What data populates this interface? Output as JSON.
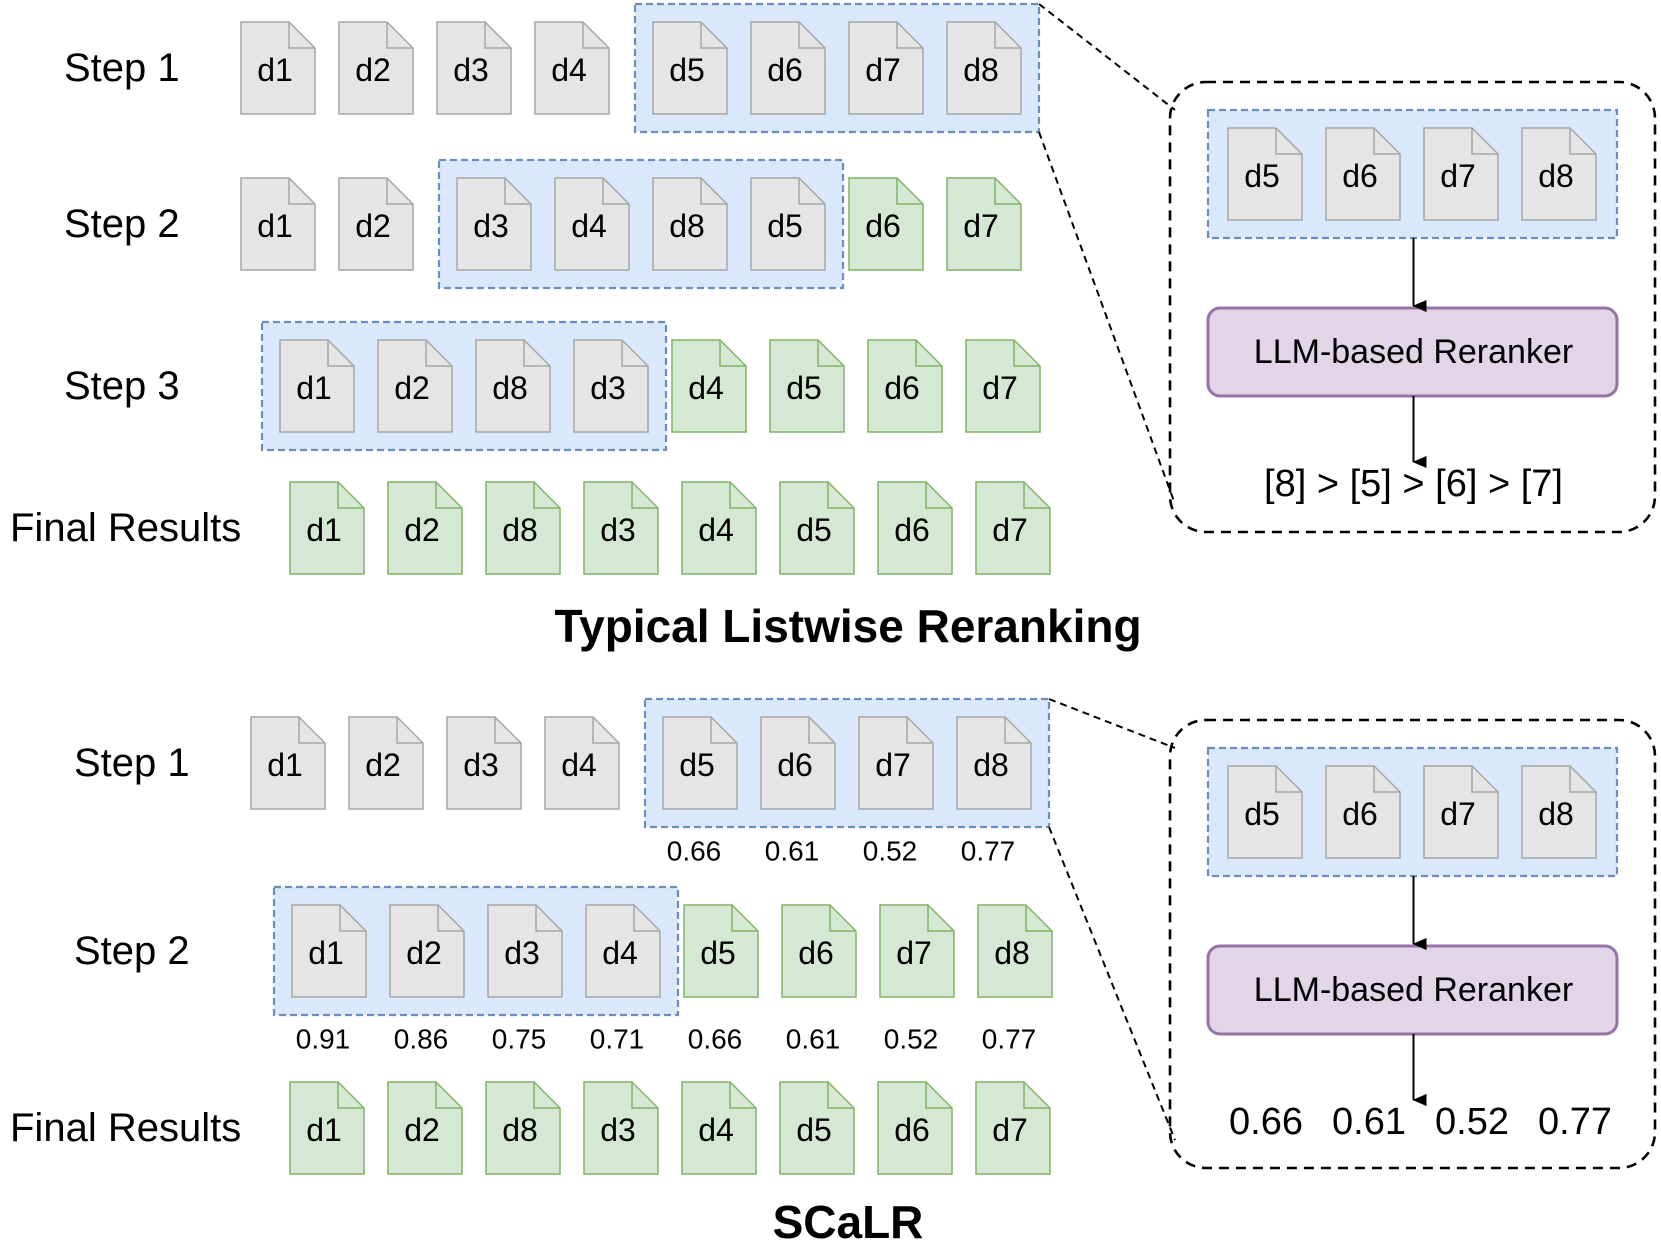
{
  "colors": {
    "doc_gray_fill": "#e5e5e5",
    "doc_gray_stroke": "#a6a6a6",
    "doc_green_fill": "#d5e8d4",
    "doc_green_stroke": "#82b366",
    "window_fill": "#dae8fc",
    "window_stroke": "#6c8ebf",
    "reranker_fill": "#e1d5e7",
    "reranker_stroke": "#9673a6",
    "line": "#000000"
  },
  "icons": {
    "document": "document-page-icon",
    "arrow": "arrow-down-icon"
  },
  "top": {
    "title": "Typical Listwise Reranking",
    "steps": [
      {
        "label": "Step 1",
        "docs": [
          {
            "id": "d1",
            "state": "pending"
          },
          {
            "id": "d2",
            "state": "pending"
          },
          {
            "id": "d3",
            "state": "pending"
          },
          {
            "id": "d4",
            "state": "pending"
          },
          {
            "id": "d5",
            "state": "pending",
            "window": true
          },
          {
            "id": "d6",
            "state": "pending",
            "window": true
          },
          {
            "id": "d7",
            "state": "pending",
            "window": true
          },
          {
            "id": "d8",
            "state": "pending",
            "window": true
          }
        ]
      },
      {
        "label": "Step 2",
        "docs": [
          {
            "id": "d1",
            "state": "pending"
          },
          {
            "id": "d2",
            "state": "pending"
          },
          {
            "id": "d3",
            "state": "pending",
            "window": true
          },
          {
            "id": "d4",
            "state": "pending",
            "window": true
          },
          {
            "id": "d8",
            "state": "pending",
            "window": true
          },
          {
            "id": "d5",
            "state": "pending",
            "window": true
          },
          {
            "id": "d6",
            "state": "done"
          },
          {
            "id": "d7",
            "state": "done"
          }
        ]
      },
      {
        "label": "Step 3",
        "docs": [
          {
            "id": "d1",
            "state": "pending",
            "window": true
          },
          {
            "id": "d2",
            "state": "pending",
            "window": true
          },
          {
            "id": "d8",
            "state": "pending",
            "window": true
          },
          {
            "id": "d3",
            "state": "pending",
            "window": true
          },
          {
            "id": "d4",
            "state": "done"
          },
          {
            "id": "d5",
            "state": "done"
          },
          {
            "id": "d6",
            "state": "done"
          },
          {
            "id": "d7",
            "state": "done"
          }
        ]
      },
      {
        "label": "Final Results",
        "docs": [
          {
            "id": "d1",
            "state": "done"
          },
          {
            "id": "d2",
            "state": "done"
          },
          {
            "id": "d8",
            "state": "done"
          },
          {
            "id": "d3",
            "state": "done"
          },
          {
            "id": "d4",
            "state": "done"
          },
          {
            "id": "d5",
            "state": "done"
          },
          {
            "id": "d6",
            "state": "done"
          },
          {
            "id": "d7",
            "state": "done"
          }
        ]
      }
    ],
    "zoom": {
      "docs": [
        "d5",
        "d6",
        "d7",
        "d8"
      ],
      "reranker_label": "LLM-based Reranker",
      "output": "[8] > [5] > [6] > [7]"
    }
  },
  "bottom": {
    "title": "SCaLR",
    "steps": [
      {
        "label": "Step 1",
        "docs": [
          {
            "id": "d1",
            "state": "pending"
          },
          {
            "id": "d2",
            "state": "pending"
          },
          {
            "id": "d3",
            "state": "pending"
          },
          {
            "id": "d4",
            "state": "pending"
          },
          {
            "id": "d5",
            "state": "pending",
            "window": true,
            "score": "0.66"
          },
          {
            "id": "d6",
            "state": "pending",
            "window": true,
            "score": "0.61"
          },
          {
            "id": "d7",
            "state": "pending",
            "window": true,
            "score": "0.52"
          },
          {
            "id": "d8",
            "state": "pending",
            "window": true,
            "score": "0.77"
          }
        ]
      },
      {
        "label": "Step 2",
        "docs": [
          {
            "id": "d1",
            "state": "pending",
            "window": true,
            "score": "0.91"
          },
          {
            "id": "d2",
            "state": "pending",
            "window": true,
            "score": "0.86"
          },
          {
            "id": "d3",
            "state": "pending",
            "window": true,
            "score": "0.75"
          },
          {
            "id": "d4",
            "state": "pending",
            "window": true,
            "score": "0.71"
          },
          {
            "id": "d5",
            "state": "done",
            "score": "0.66"
          },
          {
            "id": "d6",
            "state": "done",
            "score": "0.61"
          },
          {
            "id": "d7",
            "state": "done",
            "score": "0.52"
          },
          {
            "id": "d8",
            "state": "done",
            "score": "0.77"
          }
        ]
      },
      {
        "label": "Final Results",
        "docs": [
          {
            "id": "d1",
            "state": "done"
          },
          {
            "id": "d2",
            "state": "done"
          },
          {
            "id": "d8",
            "state": "done"
          },
          {
            "id": "d3",
            "state": "done"
          },
          {
            "id": "d4",
            "state": "done"
          },
          {
            "id": "d5",
            "state": "done"
          },
          {
            "id": "d6",
            "state": "done"
          },
          {
            "id": "d7",
            "state": "done"
          }
        ]
      }
    ],
    "zoom": {
      "docs": [
        "d5",
        "d6",
        "d7",
        "d8"
      ],
      "reranker_label": "LLM-based Reranker",
      "output_scores": [
        "0.66",
        "0.61",
        "0.52",
        "0.77"
      ]
    }
  }
}
